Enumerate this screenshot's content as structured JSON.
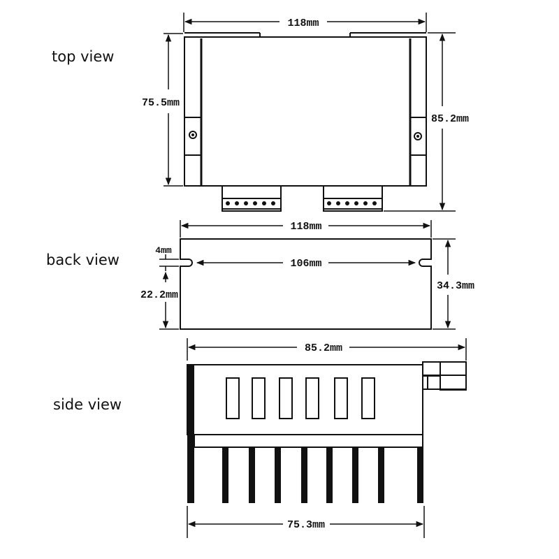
{
  "views": {
    "top": {
      "label": "top view",
      "width_dim": "118mm",
      "height_dim": "75.5mm",
      "depth_dim": "85.2mm"
    },
    "back": {
      "label": "back view",
      "width_dim": "118mm",
      "slot_depth_dim": "4mm",
      "slot_span_dim": "106mm",
      "lower_height_dim": "22.2mm",
      "height_dim": "34.3mm"
    },
    "side": {
      "label": "side view",
      "overall_dim": "85.2mm",
      "base_dim": "75.3mm"
    }
  },
  "colors": {
    "line": "#111111",
    "background": "#ffffff"
  }
}
